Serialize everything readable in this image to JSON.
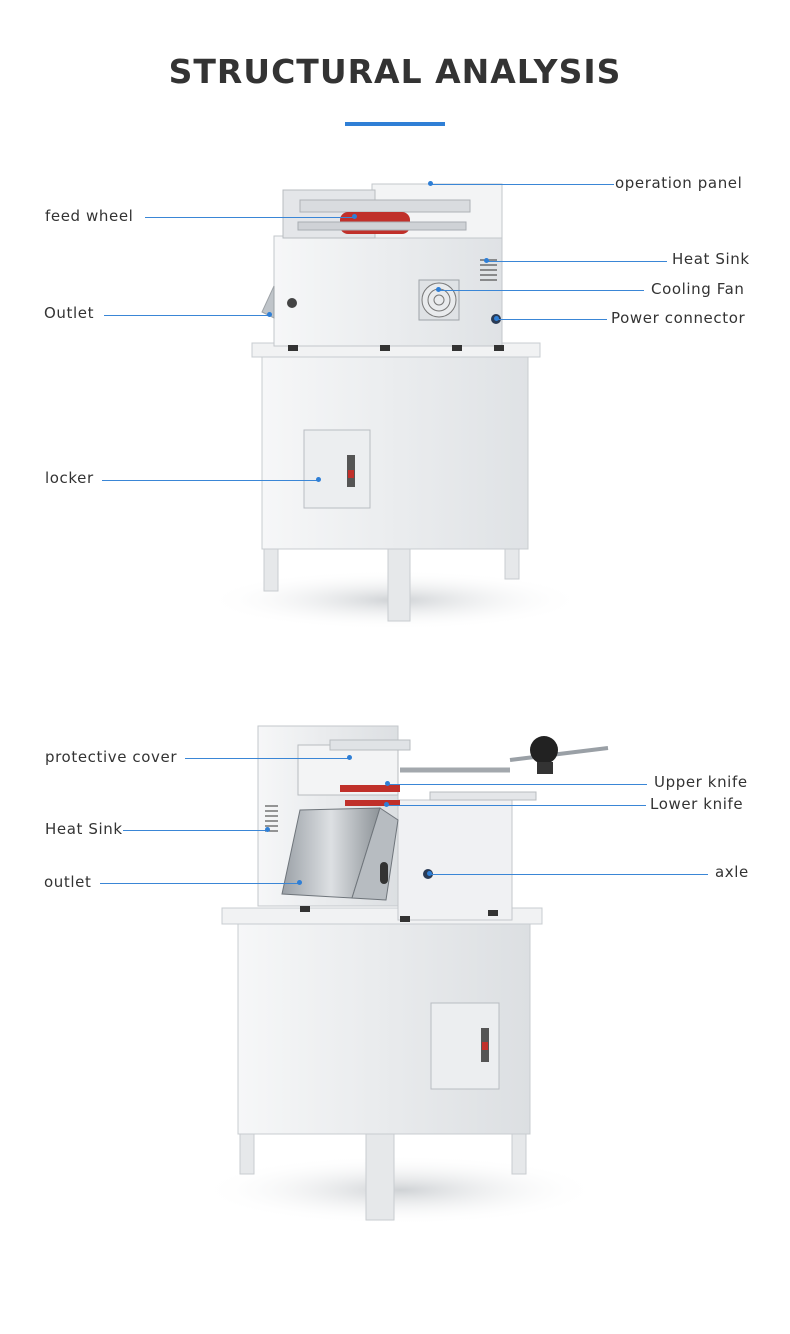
{
  "header": {
    "title": "STRUCTURAL ANALYSIS",
    "accent_color": "#2f7fd6"
  },
  "figure1": {
    "labels": {
      "operation_panel": "operation panel",
      "feed_wheel": "feed wheel",
      "heat_sink": "Heat Sink",
      "cooling_fan": "Cooling Fan",
      "outlet": "Outlet",
      "power_connector": "Power connector",
      "locker": "locker"
    }
  },
  "figure2": {
    "labels": {
      "protective_cover": "protective cover",
      "upper_knife": "Upper knife",
      "lower_knife": "Lower  knife",
      "heat_sink": "Heat Sink",
      "outlet": "outlet",
      "axle": "axle"
    }
  },
  "colors": {
    "line": "#3a86d6",
    "machine_body": "#eef0f2",
    "knife_red": "#c0302a"
  }
}
